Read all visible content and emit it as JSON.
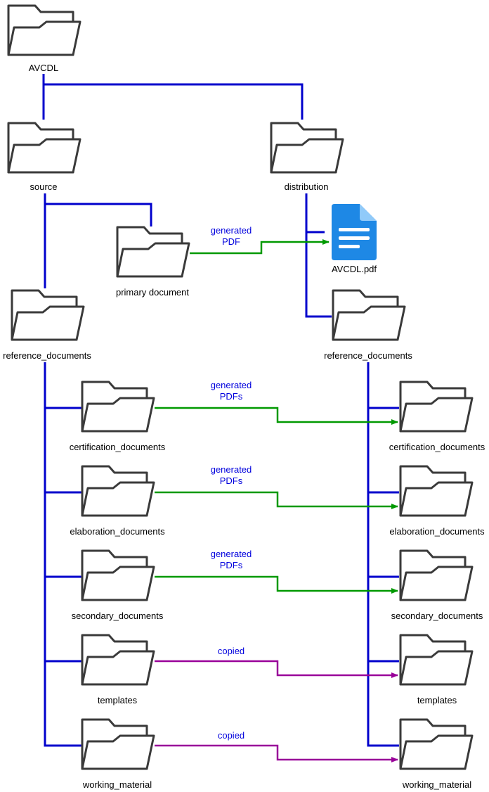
{
  "colors": {
    "tree": "#0000cc",
    "generated": "#009900",
    "copied": "#990099",
    "folder_stroke": "#3a3a3a",
    "pdf_icon": "#1e88e5"
  },
  "folders": {
    "avcdl": "AVCDL",
    "source": "source",
    "distribution": "distribution",
    "primary_document": "primary document",
    "src_reference_documents": "reference_documents",
    "dst_reference_documents": "reference_documents",
    "src_certification_documents": "certification_documents",
    "src_elaboration_documents": "elaboration_documents",
    "src_secondary_documents": "secondary_documents",
    "src_templates": "templates",
    "src_working_material": "working_material",
    "dst_certification_documents": "certification_documents",
    "dst_elaboration_documents": "elaboration_documents",
    "dst_secondary_documents": "secondary_documents",
    "dst_templates": "templates",
    "dst_working_material": "working_material"
  },
  "files": {
    "avcdl_pdf": "AVCDL.pdf"
  },
  "icons": {
    "folder": "folder-icon",
    "pdf": "pdf-document-icon"
  },
  "edges": {
    "primary": [
      "generated",
      "PDF"
    ],
    "certification": [
      "generated",
      "PDFs"
    ],
    "elaboration": [
      "generated",
      "PDFs"
    ],
    "secondary": [
      "generated",
      "PDFs"
    ],
    "templates": [
      "copied"
    ],
    "working_material": [
      "copied"
    ]
  }
}
